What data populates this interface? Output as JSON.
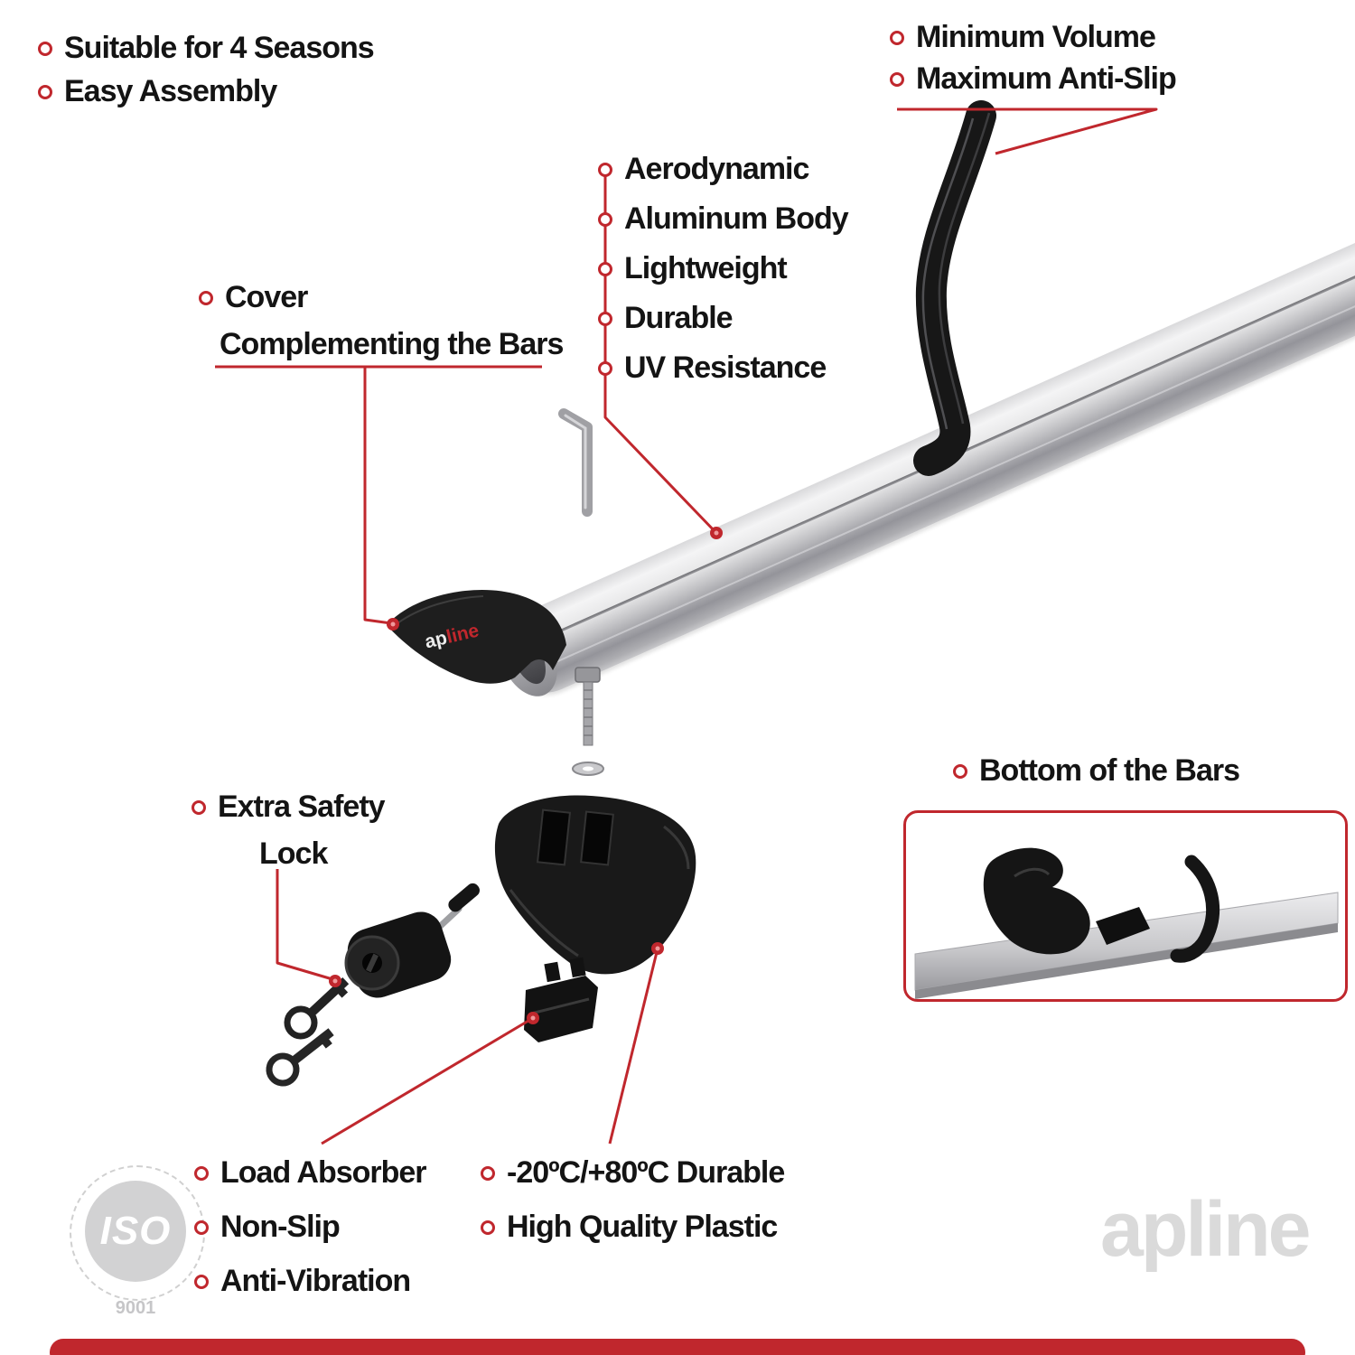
{
  "colors": {
    "accent": "#c0272d",
    "text": "#141414",
    "metal_light": "#f4f4f5",
    "metal_dark": "#94949a",
    "plastic_black": "#1a1a1a",
    "watermark_gray": "#dadada"
  },
  "top_left_features": {
    "items": [
      "Suitable for 4 Seasons",
      "Easy Assembly"
    ]
  },
  "top_right_features": {
    "items": [
      "Minimum Volume",
      "Maximum Anti-Slip"
    ]
  },
  "bar_features": {
    "items": [
      "Aerodynamic",
      "Aluminum Body",
      "Lightweight",
      "Durable",
      "UV Resistance"
    ]
  },
  "cover_callout": {
    "line1": "Cover",
    "line2": "Complementing the Bars"
  },
  "lock_callout": {
    "line1": "Extra Safety",
    "line2": "Lock"
  },
  "bottom_bars_callout": {
    "label": "Bottom of the Bars"
  },
  "foot_features": {
    "items": [
      "Load Absorber",
      "Non-Slip",
      "Anti-Vibration"
    ]
  },
  "material_features": {
    "items": [
      "-20ºC/+80ºC Durable",
      "High Quality Plastic"
    ]
  },
  "brand": {
    "cover_logo_ap": "ap",
    "cover_logo_line": "line",
    "watermark": "apline"
  },
  "iso_badge": {
    "title": "ISO",
    "subtitle": "9001"
  }
}
